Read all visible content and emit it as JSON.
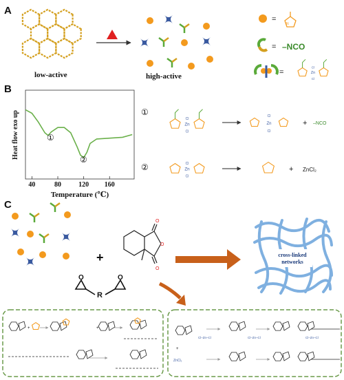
{
  "panelA": {
    "letter": "A",
    "label_left": "low-active",
    "label_right": "high-active",
    "legend_nco": "–NCO"
  },
  "panelB": {
    "letter": "B",
    "ylabel": "Heat flow exo up",
    "xlabel": "Temperature (℃)",
    "peak1": "①",
    "peak2": "②",
    "reaction1_num": "①",
    "reaction2_num": "②",
    "product_nco": "–NCO",
    "product_zncl2": "ZnCl₂",
    "plus": "+"
  },
  "panelC": {
    "letter": "C",
    "plus": "+",
    "network_label_line1": "cross-linked",
    "network_label_line2": "networks",
    "epoxy_r": "R",
    "bottom_right_zncl2": "ZnCl₂"
  },
  "colors": {
    "orange": "#f39a1e",
    "green": "#5aaa3a",
    "blue": "#3a5aa0",
    "red": "#e02020",
    "arrow": "#c8601a",
    "network": "#7fb0e0",
    "dashed": "#6a9a4a"
  },
  "chart_data": {
    "type": "line",
    "x": [
      30,
      40,
      50,
      60,
      65,
      70,
      80,
      90,
      100,
      110,
      115,
      120,
      125,
      130,
      140,
      160,
      180,
      195
    ],
    "values": [
      0.78,
      0.74,
      0.64,
      0.52,
      0.49,
      0.53,
      0.58,
      0.58,
      0.52,
      0.36,
      0.27,
      0.24,
      0.3,
      0.4,
      0.45,
      0.46,
      0.47,
      0.5
    ],
    "xticks": [
      40,
      80,
      120,
      160
    ],
    "xlim": [
      30,
      198
    ],
    "ylim": [
      0,
      1
    ],
    "xlabel": "Temperature (℃)",
    "ylabel": "Heat flow exo up"
  }
}
